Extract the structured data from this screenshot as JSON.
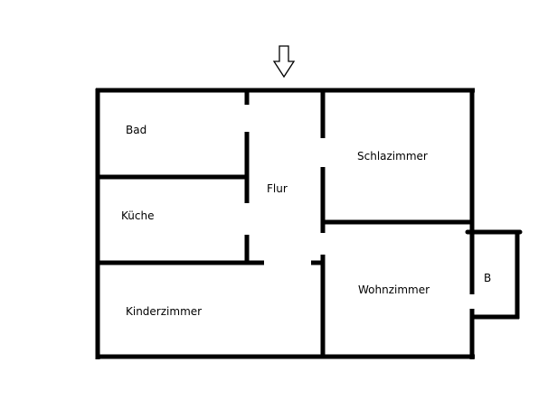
{
  "diagram": {
    "type": "floor-plan",
    "wall_color": "#000000",
    "background": "#ffffff",
    "entrance_arrow": "arrow-down-icon",
    "rooms": [
      {
        "id": "bad",
        "label": "Bad"
      },
      {
        "id": "kueche",
        "label": "Küche"
      },
      {
        "id": "flur",
        "label": "Flur"
      },
      {
        "id": "schlafzimmer",
        "label": "Schlazimmer"
      },
      {
        "id": "kinderzimmer",
        "label": "Kinderzimmer"
      },
      {
        "id": "wohnzimmer",
        "label": "Wohnzimmer"
      },
      {
        "id": "balkon",
        "label": "B"
      }
    ]
  }
}
